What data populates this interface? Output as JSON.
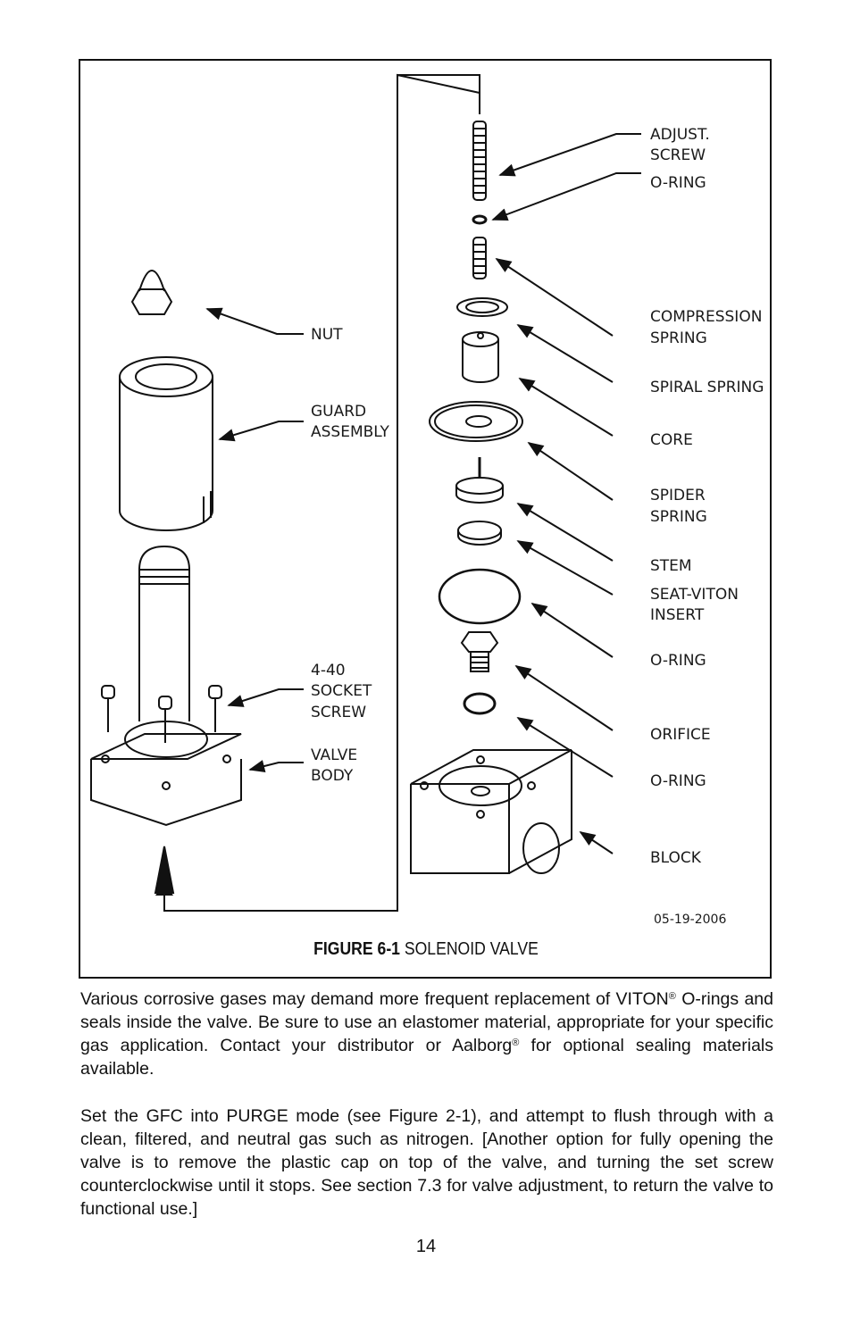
{
  "figure": {
    "number": "FIGURE 6-1",
    "title": "SOLENOID VALVE",
    "date_code": "05-19-2006",
    "labels": {
      "adjust_screw": [
        "ADJUST.",
        "SCREW"
      ],
      "o_ring_top": "O-RING",
      "compression_spring": [
        "COMPRESSION",
        "SPRING"
      ],
      "spiral_spring": "SPIRAL SPRING",
      "core": "CORE",
      "spider_spring": [
        "SPIDER",
        "SPRING"
      ],
      "stem": "STEM",
      "seat_viton_insert": [
        "SEAT-VITON",
        "INSERT"
      ],
      "o_ring_mid": "O-RING",
      "orifice": "ORIFICE",
      "o_ring_low": "O-RING",
      "block": "BLOCK",
      "nut": "NUT",
      "guard_assembly": [
        "GUARD",
        "ASSEMBLY"
      ],
      "socket_screw": [
        "4-40",
        "SOCKET",
        "SCREW"
      ],
      "valve_body": [
        "VALVE",
        "BODY"
      ]
    }
  },
  "paragraph1": {
    "text_a": "Various corrosive gases may demand more frequent replacement of VITON",
    "reg": "®",
    "text_b": "O-rings and seals inside the valve. Be sure to use an elastomer material, appropriate for your specific gas application. Contact your distributor or Aalborg",
    "text_c": " for optional sealing materials available."
  },
  "paragraph2": "Set the GFC into PURGE mode (see Figure 2-1), and attempt to flush through with a clean, filtered, and neutral gas such as nitrogen. [Another option for fully opening the valve is to remove the plastic cap on top of the valve, and turning the set screw counterclockwise until it stops. See section 7.3  for valve adjustment, to return the valve to functional use.]",
  "page_number": "14"
}
